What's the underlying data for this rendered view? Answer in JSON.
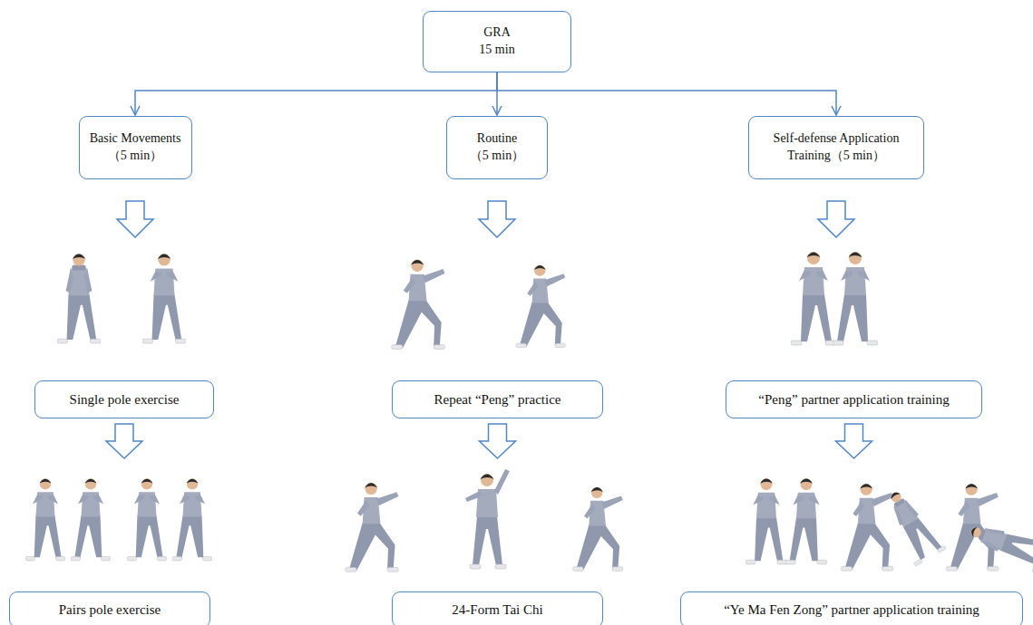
{
  "diagram": {
    "nodes": [
      {
        "text": [
          "GRA",
          "15 min"
        ]
      },
      {
        "text": [
          "Basic Movements",
          "（5 min）"
        ]
      },
      {
        "text": [
          "Routine",
          "（5 min）"
        ]
      },
      {
        "text": [
          "Self-defense Application Training（5 min）"
        ]
      },
      {
        "text": [
          "Single pole exercise"
        ]
      },
      {
        "text": [
          "Pairs pole exercise"
        ]
      },
      {
        "text": [
          "Repeat “Peng” practice"
        ]
      },
      {
        "text": [
          "24-Form Tai Chi"
        ]
      },
      {
        "text": [
          "“Peng” partner application training"
        ]
      },
      {
        "text": [
          "“Ye Ma Fen Zong” partner application training"
        ]
      }
    ],
    "edges": [
      {
        "from": 0,
        "to": 1,
        "arrow": "to"
      },
      {
        "from": 0,
        "to": 2,
        "arrow": "to"
      },
      {
        "from": 0,
        "to": 3,
        "arrow": "to"
      },
      {
        "from": 1,
        "to": 4,
        "arrow": "to"
      },
      {
        "from": 4,
        "to": 5,
        "arrow": "to"
      },
      {
        "from": 2,
        "to": 6,
        "arrow": "to"
      },
      {
        "from": 6,
        "to": 7,
        "arrow": "to"
      },
      {
        "from": 3,
        "to": 8,
        "arrow": "to"
      },
      {
        "from": 8,
        "to": 9,
        "arrow": "to"
      }
    ]
  }
}
